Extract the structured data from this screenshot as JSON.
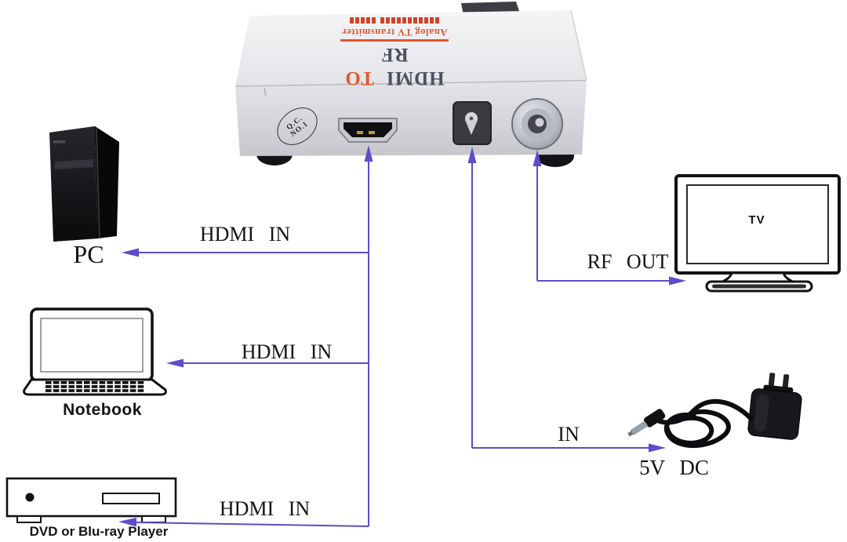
{
  "converter_box": {
    "brand": {
      "part1": "HDMI",
      "part2": "TO",
      "part3": "RF"
    },
    "subtitle": "Analog TV transmitter",
    "qc_stamp": {
      "line1": "Q.C.",
      "line2": "NO.1"
    }
  },
  "devices": {
    "pc_label": "PC",
    "notebook_label": "Notebook",
    "dvd_label": "DVD or Blu-ray Player",
    "tv_label": "TV",
    "power_label": "5V DC"
  },
  "connection_labels": {
    "pc": "HDMI IN",
    "notebook": "HDMI IN",
    "dvd": "HDMI IN",
    "tv": "RF OUT",
    "power": "IN"
  },
  "colors": {
    "arrow": "#5a4ec9",
    "accent_orange": "#e2572b",
    "brand_dark": "#4c5160"
  }
}
